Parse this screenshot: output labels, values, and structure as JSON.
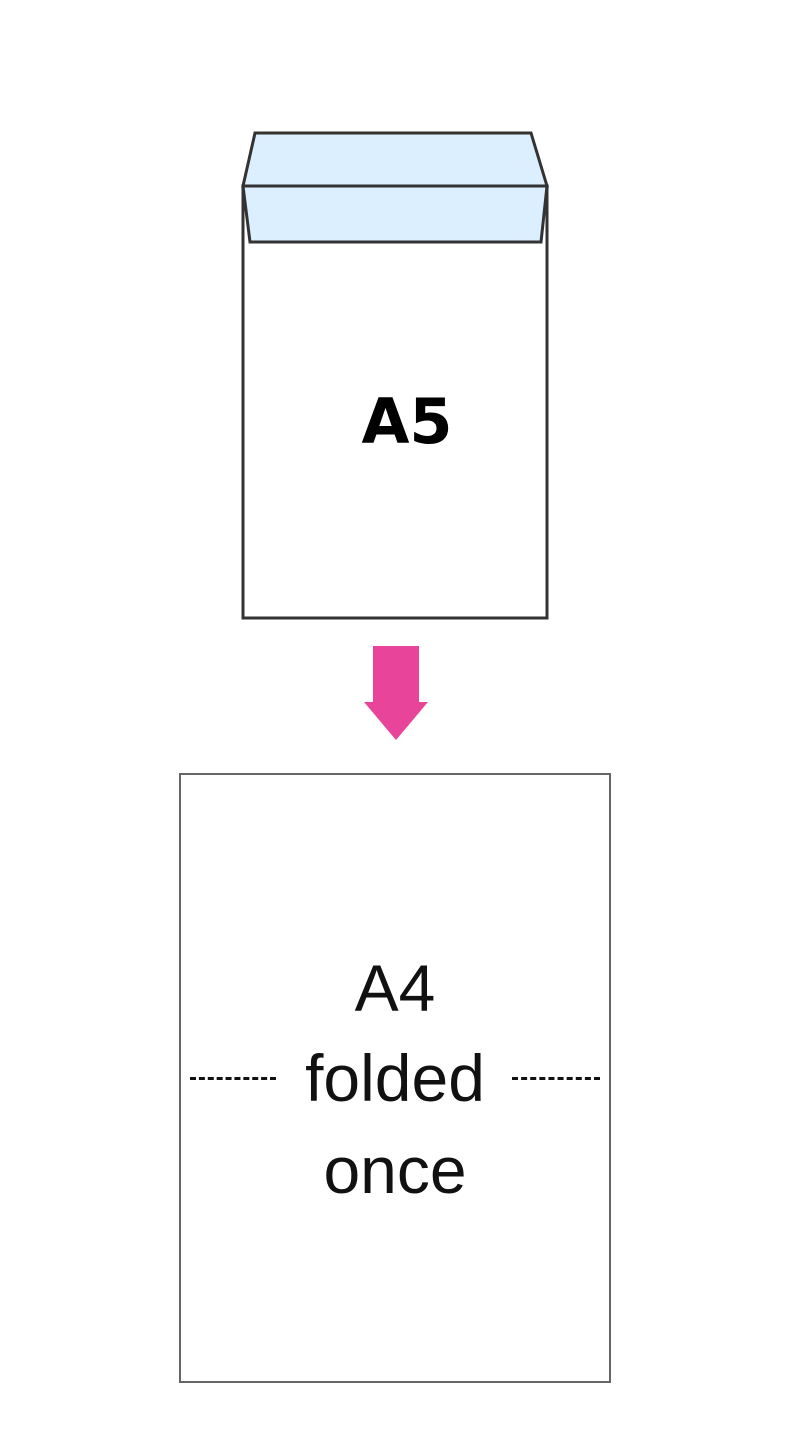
{
  "envelope": {
    "label": "A5",
    "flap_color": "#dcefff",
    "outline_color": "#333333"
  },
  "arrow": {
    "direction": "down",
    "color": "#e8449a",
    "icon": "arrow-down-icon"
  },
  "sheet": {
    "size_label": "A4",
    "fold_label": "folded",
    "fold_suffix": "once",
    "fold_line_style": "dashed",
    "outline_color": "#666666"
  }
}
